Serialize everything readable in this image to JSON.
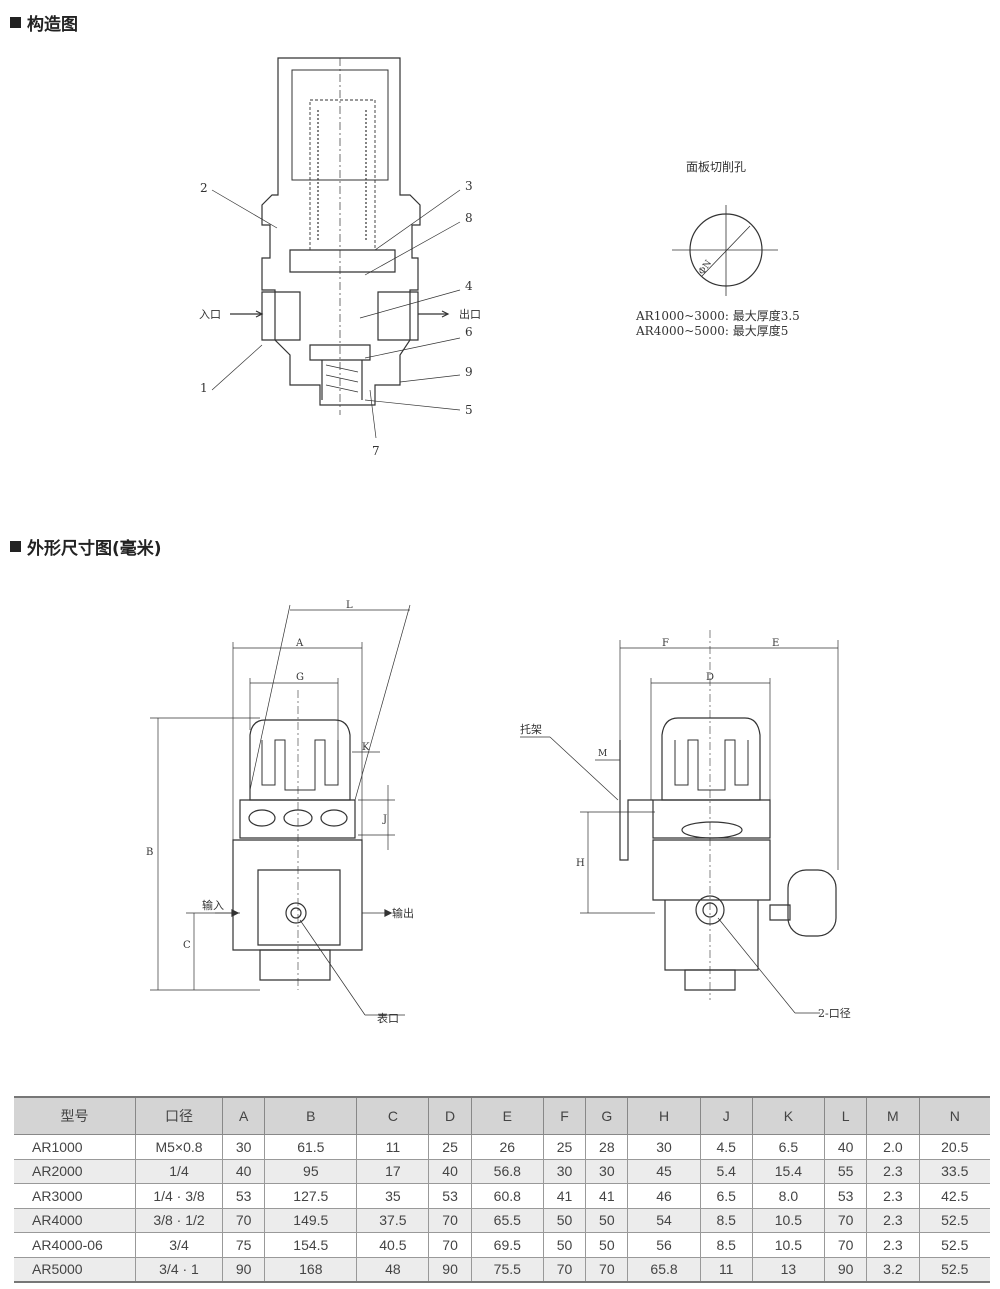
{
  "sections": {
    "structure_title": "构造图",
    "dimension_title": "外形尺寸图(毫米)"
  },
  "structure_diagram": {
    "part_numbers": [
      "1",
      "2",
      "3",
      "4",
      "5",
      "6",
      "7",
      "8",
      "9"
    ],
    "inlet_label": "入口",
    "outlet_label": "出口"
  },
  "panel_cutout": {
    "title": "面板切削孔",
    "diameter_label": "ΦN",
    "notes": [
      "AR1000~3000: 最大厚度3.5",
      "AR4000~5000: 最大厚度5"
    ]
  },
  "front_view": {
    "dims": {
      "L": "L",
      "A": "A",
      "G": "G",
      "K": "K",
      "J": "J",
      "B": "B",
      "C": "C"
    },
    "input_label": "输入",
    "output_label": "输出",
    "gauge_port_label": "表口"
  },
  "side_view": {
    "dims": {
      "F": "F",
      "E": "E",
      "D": "D",
      "M": "M",
      "H": "H"
    },
    "bracket_label": "托架",
    "port_label": "2-口径"
  },
  "table": {
    "headers": [
      "型号",
      "口径",
      "A",
      "B",
      "C",
      "D",
      "E",
      "F",
      "G",
      "H",
      "J",
      "K",
      "L",
      "M",
      "N"
    ],
    "rows": [
      [
        "AR1000",
        "M5×0.8",
        "30",
        "61.5",
        "11",
        "25",
        "26",
        "25",
        "28",
        "30",
        "4.5",
        "6.5",
        "40",
        "2.0",
        "20.5"
      ],
      [
        "AR2000",
        "1/4",
        "40",
        "95",
        "17",
        "40",
        "56.8",
        "30",
        "30",
        "45",
        "5.4",
        "15.4",
        "55",
        "2.3",
        "33.5"
      ],
      [
        "AR3000",
        "1/4 · 3/8",
        "53",
        "127.5",
        "35",
        "53",
        "60.8",
        "41",
        "41",
        "46",
        "6.5",
        "8.0",
        "53",
        "2.3",
        "42.5"
      ],
      [
        "AR4000",
        "3/8 · 1/2",
        "70",
        "149.5",
        "37.5",
        "70",
        "65.5",
        "50",
        "50",
        "54",
        "8.5",
        "10.5",
        "70",
        "2.3",
        "52.5"
      ],
      [
        "AR4000-06",
        "3/4",
        "75",
        "154.5",
        "40.5",
        "70",
        "69.5",
        "50",
        "50",
        "56",
        "8.5",
        "10.5",
        "70",
        "2.3",
        "52.5"
      ],
      [
        "AR5000",
        "3/4 · 1",
        "90",
        "168",
        "48",
        "90",
        "75.5",
        "70",
        "70",
        "65.8",
        "11",
        "13",
        "90",
        "3.2",
        "52.5"
      ]
    ]
  }
}
